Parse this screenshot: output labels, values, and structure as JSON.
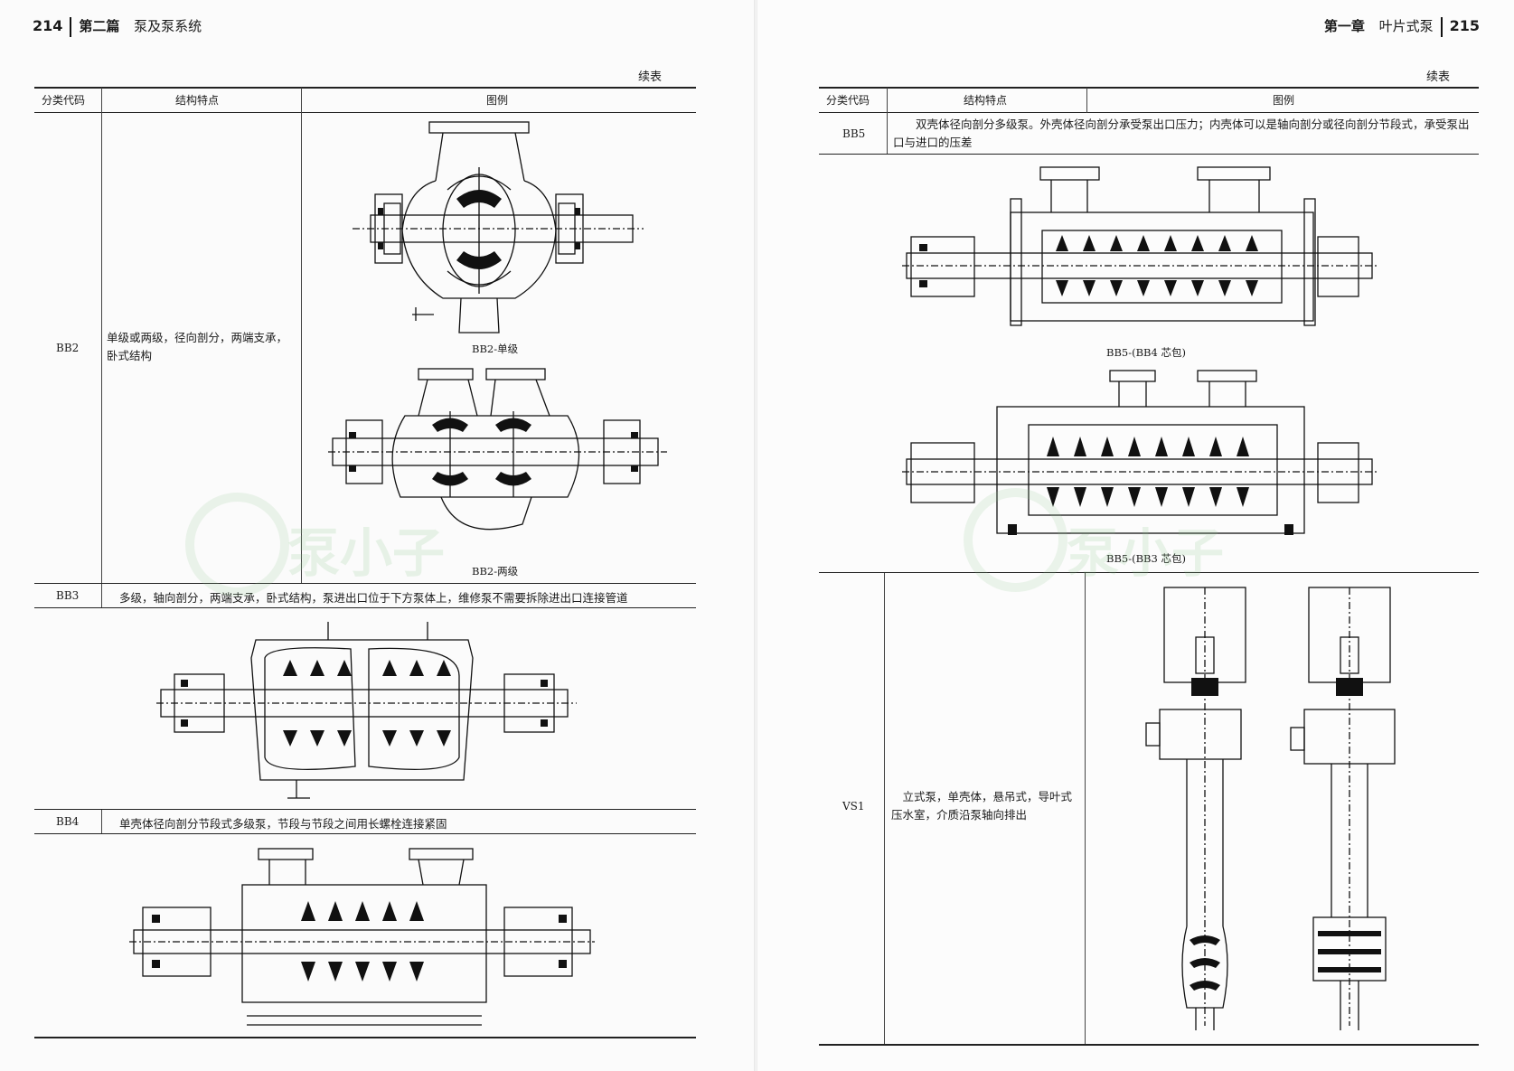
{
  "left_page": {
    "header": {
      "page_number": "214",
      "part": "第二篇",
      "title": "泵及泵系统"
    },
    "continued": "续表",
    "columns": [
      "分类代码",
      "结构特点",
      "图例"
    ],
    "rows": [
      {
        "code": "BB2",
        "description": "单级或两级，径向剖分，两端支承，卧式结构",
        "captions": [
          "BB2-单级",
          "BB2-两级"
        ]
      },
      {
        "code": "BB3",
        "description": "多级，轴向剖分，两端支承，卧式结构，泵进出口位于下方泵体上，维修泵不需要拆除进出口连接管道"
      },
      {
        "code": "BB4",
        "description": "单壳体径向剖分节段式多级泵，节段与节段之间用长螺栓连接紧固"
      }
    ]
  },
  "right_page": {
    "header": {
      "page_number": "215",
      "chapter": "第一章",
      "title": "叶片式泵"
    },
    "continued": "续表",
    "columns": [
      "分类代码",
      "结构特点",
      "图例"
    ],
    "rows": [
      {
        "code": "BB5",
        "description": "双壳体径向剖分多级泵。外壳体径向剖分承受泵出口压力；内壳体可以是轴向剖分或径向剖分节段式，承受泵出口与进口的压差",
        "captions": [
          "BB5-(BB4 芯包)",
          "BB5-(BB3 芯包)"
        ]
      },
      {
        "code": "VS1",
        "description": "立式泵，单壳体，悬吊式，导叶式压水室，介质沿泵轴向排出"
      }
    ]
  },
  "watermark": "泵小子"
}
